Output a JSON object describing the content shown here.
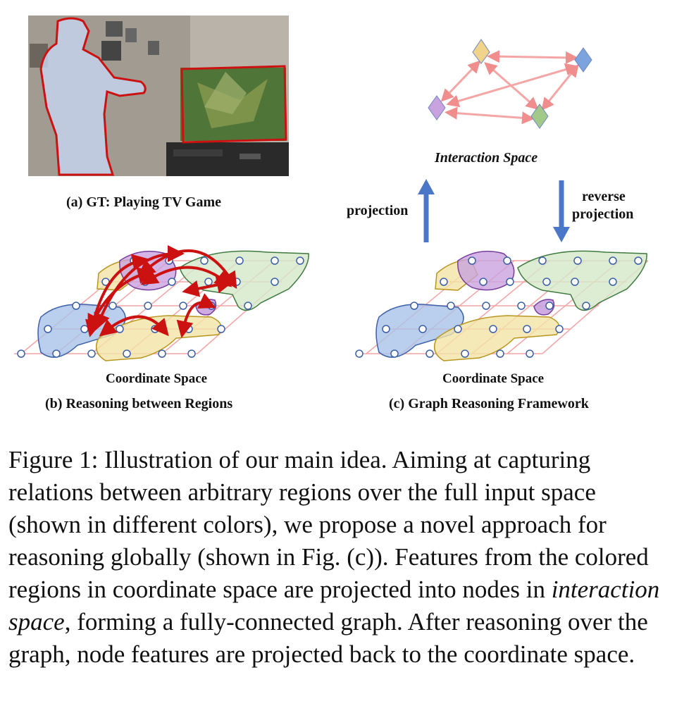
{
  "panel_a": {
    "label": "(a) GT: Playing TV Game"
  },
  "panel_b": {
    "space_label": "Coordinate Space",
    "label": "(b) Reasoning between Regions"
  },
  "panel_c": {
    "space_label": "Coordinate Space",
    "label": "(c) Graph Reasoning Framework",
    "interaction_label": "Interaction Space",
    "projection_label": "projection",
    "reverse_label_line1": "reverse",
    "reverse_label_line2": "projection"
  },
  "caption": {
    "part1": "Figure 1: Illustration of our main idea. Aiming at capturing relations between arbitrary regions over the full input space (shown in different colors), we propose a novel approach for reasoning globally (shown in Fig. (c)). Features from the colored regions in coordinate space are projected into nodes in ",
    "italic": "interaction space",
    "part2": ", forming a fully-connected graph. After reasoning over the graph, node features are projected back to the coordinate space."
  },
  "colors": {
    "blue_region": "#a9c3e8",
    "purple_region": "#c9a3df",
    "yellow_region": "#f3e3a6",
    "green_region": "#d5e8c9",
    "red_arrow": "#cc1111",
    "pink_edge": "#f4a6a6",
    "blue_arrow": "#4a77c8",
    "seg_red": "#cc1111",
    "seg_green": "#2f8a2f"
  }
}
